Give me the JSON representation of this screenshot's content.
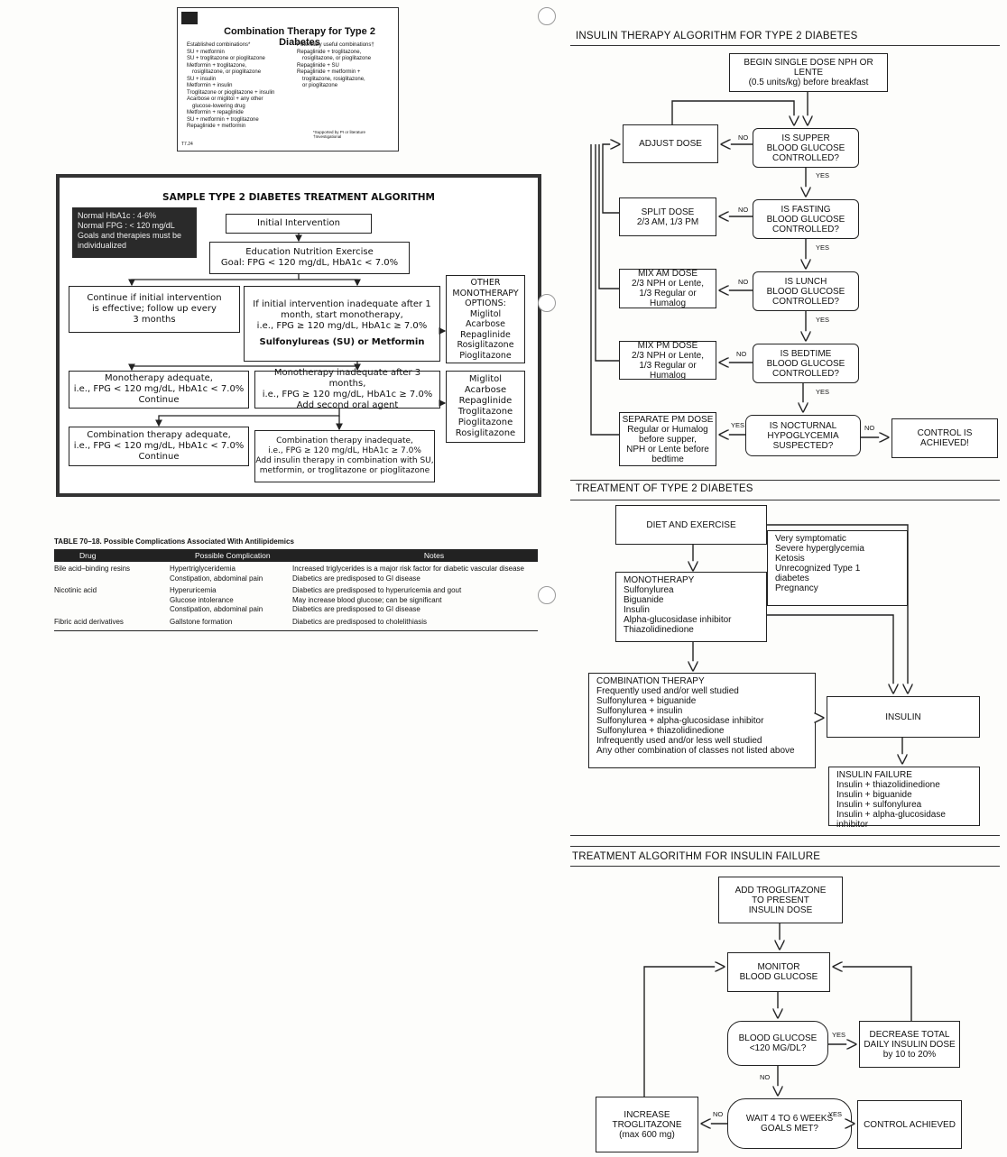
{
  "slide": {
    "title": "Combination Therapy for Type 2 Diabetes",
    "left_heading": "Established combinations*",
    "left_items": [
      "SU + metformin",
      "SU + troglitazone or pioglitazone",
      "Metformin + troglitazone,\nrosiglitazone, or pioglitazone",
      "SU + insulin",
      "Metformin + insulin",
      "Troglitazone or pioglitazone + insulin",
      "Acarbose or miglitol + any other\nglucose-lowering drug",
      "Metformin + repaglinide",
      "SU + metformin + troglitazone",
      "Repaglinide + metformin"
    ],
    "right_heading": "Potentially useful combinations†",
    "right_items": [
      "Repaglinide + troglitazone,\nrosiglitazone, or pioglitazone",
      "Repaglinide + SU",
      "Repaglinide + metformin +\ntroglitazone, rosiglitazone,\nor pioglitazone"
    ],
    "footnote": "*Supported by PI or literature\n†Investigational",
    "code": "T7.24"
  },
  "sample_algorithm": {
    "title": "SAMPLE TYPE 2 DIABETES TREATMENT ALGORITHM",
    "normals": "Normal HbA1c : 4-6%\nNormal FPG : < 120 mg/dL\nGoals and therapies must be\nindividualized",
    "initial": "Initial Intervention",
    "education": "Education Nutrition Exercise\nGoal: FPG < 120 mg/dL, HbA1c < 7.0%",
    "continue_initial": "Continue if initial intervention\nis effective; follow up every\n3 months",
    "inadequate_initial": "If initial intervention inadequate after 1\nmonth, start monotherapy,\ni.e., FPG ≥ 120 mg/dL, HbA1c ≥ 7.0%",
    "su_metformin": "Sulfonylureas (SU) or Metformin",
    "other_options": "OTHER\nMONOTHERAPY\nOPTIONS:\nMiglitol\nAcarbose\nRepaglinide\nRosiglitazone\nPioglitazone",
    "mono_adequate": "Monotherapy adequate,\ni.e., FPG < 120 mg/dL, HbA1c < 7.0%\nContinue",
    "mono_inadequate": "Monotherapy inadequate after 3 months,\ni.e., FPG ≥ 120 mg/dL, HbA1c ≥ 7.0%\nAdd second oral agent",
    "second_agents": "Miglitol\nAcarbose\nRepaglinide\nTroglitazone\nPioglitazone\nRosiglitazone",
    "combo_adequate": "Combination therapy adequate,\ni.e., FPG < 120 mg/dL, HbA1c < 7.0%\nContinue",
    "combo_inadequate": "Combination therapy inadequate,\ni.e., FPG ≥ 120 mg/dL, HbA1c ≥ 7.0%\nAdd insulin therapy in combination with SU,\nmetformin, or troglitazone or pioglitazone"
  },
  "table": {
    "title": "TABLE 70–18. Possible Complications Associated With Antilipidemics",
    "headers": [
      "Drug",
      "Possible Complication",
      "Notes"
    ],
    "rows": [
      {
        "drug": "Bile acid–binding resins",
        "complication": "Hypertriglyceridemia\nConstipation, abdominal pain",
        "notes": "Increased triglycerides is a major risk factor for diabetic vascular disease\nDiabetics are predisposed to GI disease"
      },
      {
        "drug": "Nicotinic acid",
        "complication": "Hyperuricemia\nGlucose intolerance\nConstipation, abdominal pain",
        "notes": "Diabetics are predisposed to hyperuricemia and gout\nMay increase blood glucose; can be significant\nDiabetics are predisposed to GI disease"
      },
      {
        "drug": "Fibric acid derivatives",
        "complication": "Gallstone formation",
        "notes": "Diabetics are predisposed to cholelithiasis"
      }
    ]
  },
  "insulin_algorithm": {
    "title": "INSULIN THERAPY ALGORITHM FOR TYPE 2 DIABETES",
    "begin": "BEGIN SINGLE DOSE NPH OR LENTE\n(0.5 units/kg) before breakfast",
    "q1": "IS SUPPER\nBLOOD GLUCOSE\nCONTROLLED?",
    "a1": "ADJUST DOSE",
    "q2": "IS FASTING\nBLOOD GLUCOSE\nCONTROLLED?",
    "a2": "SPLIT DOSE\n2/3 AM, 1/3 PM",
    "q3": "IS LUNCH\nBLOOD GLUCOSE\nCONTROLLED?",
    "a3": "MIX AM DOSE\n2/3 NPH or Lente,\n1/3 Regular or Humalog",
    "q4": "IS BEDTIME\nBLOOD GLUCOSE\nCONTROLLED?",
    "a4": "MIX PM DOSE\n2/3 NPH or Lente,\n1/3 Regular or Humalog",
    "q5": "IS NOCTURNAL\nHYPOGLYCEMIA\nSUSPECTED?",
    "a5": "SEPARATE PM DOSE\nRegular or Humalog\nbefore supper,\nNPH or Lente before\nbedtime",
    "control": "CONTROL IS ACHIEVED!",
    "no": "NO",
    "yes": "YES"
  },
  "treatment": {
    "title": "TREATMENT OF TYPE 2 DIABETES",
    "diet": "DIET AND EXERCISE",
    "symptoms": "Very symptomatic\nSevere hyperglycemia\nKetosis\nUnrecognized Type 1\n    diabetes\nPregnancy",
    "mono_title": "MONOTHERAPY",
    "mono_items": "Sulfonylurea\nBiguanide\nInsulin\nAlpha-glucosidase inhibitor\nThiazolidinedione",
    "combo_title": "COMBINATION THERAPY",
    "combo_items": "Frequently used and/or well studied\n   Sulfonylurea + biguanide\n   Sulfonylurea + insulin\n   Sulfonylurea + alpha-glucosidase inhibitor\n   Sulfonylurea + thiazolidinedione\nInfrequently used and/or less well studied\nAny other combination of classes not listed above",
    "insulin": "INSULIN",
    "failure_title": "INSULIN FAILURE",
    "failure_items": "Insulin + thiazolidinedione\nInsulin + biguanide\nInsulin + sulfonylurea\nInsulin + alpha-glucosidase inhibitor"
  },
  "failure_algorithm": {
    "title": "TREATMENT ALGORITHM FOR INSULIN FAILURE",
    "add": "ADD TROGLITAZONE\nTO PRESENT\nINSULIN DOSE",
    "monitor": "MONITOR\nBLOOD GLUCOSE",
    "bg_q": "BLOOD GLUCOSE\n<120 MG/DL?",
    "decrease": "DECREASE TOTAL\nDAILY INSULIN DOSE\nby 10 to 20%",
    "increase": "INCREASE\nTROGLITAZONE\n(max 600 mg)",
    "wait_q": "WAIT 4 TO 6 WEEKS\nGOALS MET?",
    "achieved": "CONTROL ACHIEVED",
    "no": "NO",
    "yes": "YES"
  }
}
